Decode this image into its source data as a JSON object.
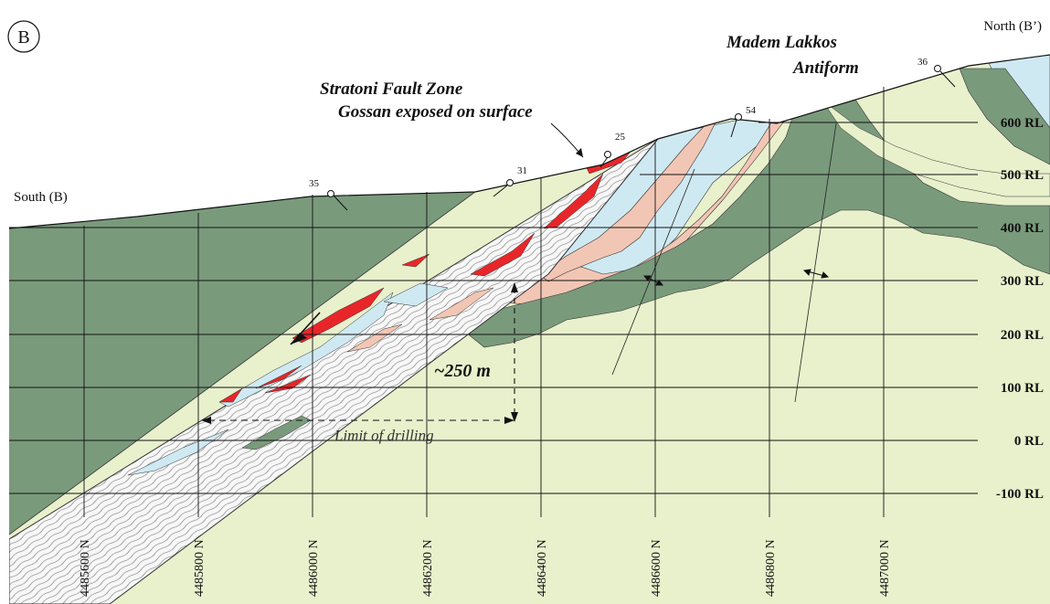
{
  "panel_label": "B",
  "section_ends": {
    "south": "South (B)",
    "north": "North (B’)"
  },
  "features": {
    "antiform_line1": "Madem Lakkos",
    "antiform_line2": "Antiform",
    "fault_line1": "Stratoni Fault Zone",
    "fault_line2": "Gossan exposed on surface"
  },
  "stations": [
    "35",
    "31",
    "25",
    "54",
    "36"
  ],
  "annotations": {
    "depth": "~250 m",
    "drilling_limit": "Limit of drilling"
  },
  "elevation_labels": [
    "600 RL",
    "500 RL",
    "400 RL",
    "300 RL",
    "200 RL",
    "100 RL",
    "0 RL",
    "-100 RL"
  ],
  "northing_labels": [
    "4485600 N",
    "4485800 N",
    "4486000 N",
    "4486200 N",
    "4486400 N",
    "4486600 N",
    "4486800 N",
    "4487000 N"
  ],
  "colors": {
    "host_dark_green": "#7a9a7c",
    "host_pale_green": "#e8f0cc",
    "marble_blue": "#cfe9f2",
    "schist_salmon": "#f2c6b4",
    "gossan_red": "#e8262a",
    "fault_zone": "#f7f7f7"
  }
}
